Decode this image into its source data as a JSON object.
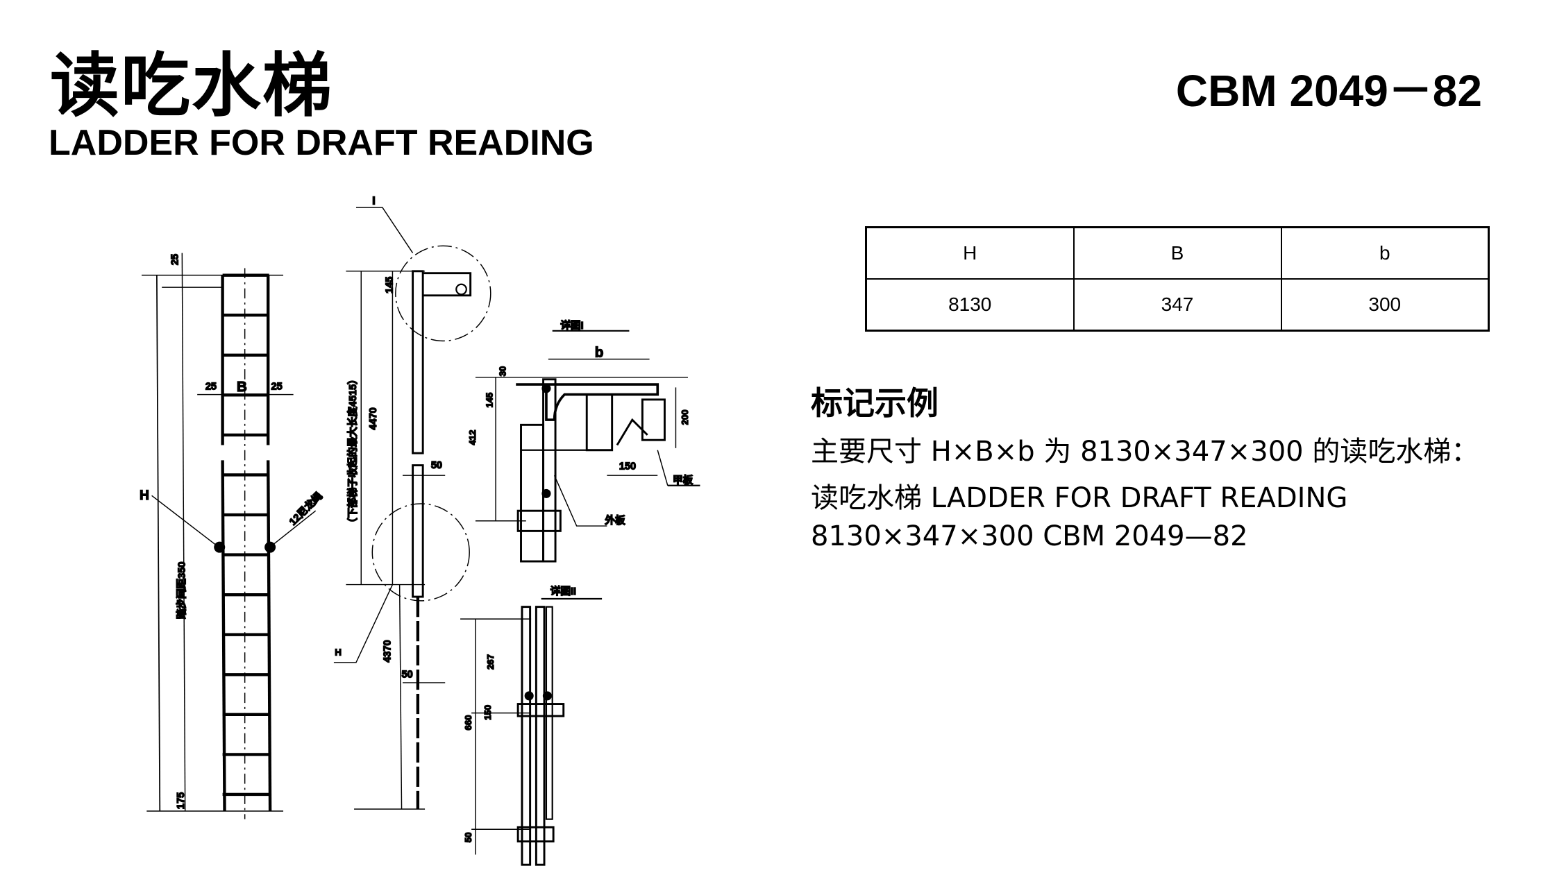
{
  "header": {
    "title_cn": "读吃水梯",
    "title_en": "LADDER FOR DRAFT READING",
    "standard": "CBM 2049－82"
  },
  "table": {
    "headers": [
      "H",
      "B",
      "b"
    ],
    "values": [
      "8130",
      "347",
      "300"
    ]
  },
  "marking_example": {
    "heading": "标记示例",
    "lines": [
      "主要尺寸 H×B×b 为 8130×347×300 的读吃水梯：",
      "读吃水梯 LADDER FOR DRAFT READING",
      "8130×347×300 CBM 2049—82"
    ]
  },
  "drawing": {
    "front": {
      "dim_top": "25",
      "side_left": "25",
      "width_label": "B",
      "side_right": "25",
      "height_label": "H",
      "rope_label": "12尼龙绳",
      "step_spacing": "踏步间距350",
      "dim_bottom": "175"
    },
    "side": {
      "detail_ref_1": "I",
      "dim_145": "145",
      "dim_4470": "4470",
      "note": "（下部梯子收起的最大长度4515）",
      "dim_50a": "50",
      "height_label": "H",
      "dim_4370": "4370",
      "dim_50b": "50"
    },
    "detail1": {
      "title": "详图I",
      "b_label": "b",
      "dim_30": "30",
      "dim_145": "145",
      "dim_412": "412",
      "dim_200": "200",
      "dim_150": "150",
      "deck": "甲板",
      "shell": "外板"
    },
    "detail2": {
      "title": "详图II",
      "dim_267": "267",
      "dim_150": "150",
      "dim_660": "660",
      "dim_50": "50"
    }
  }
}
